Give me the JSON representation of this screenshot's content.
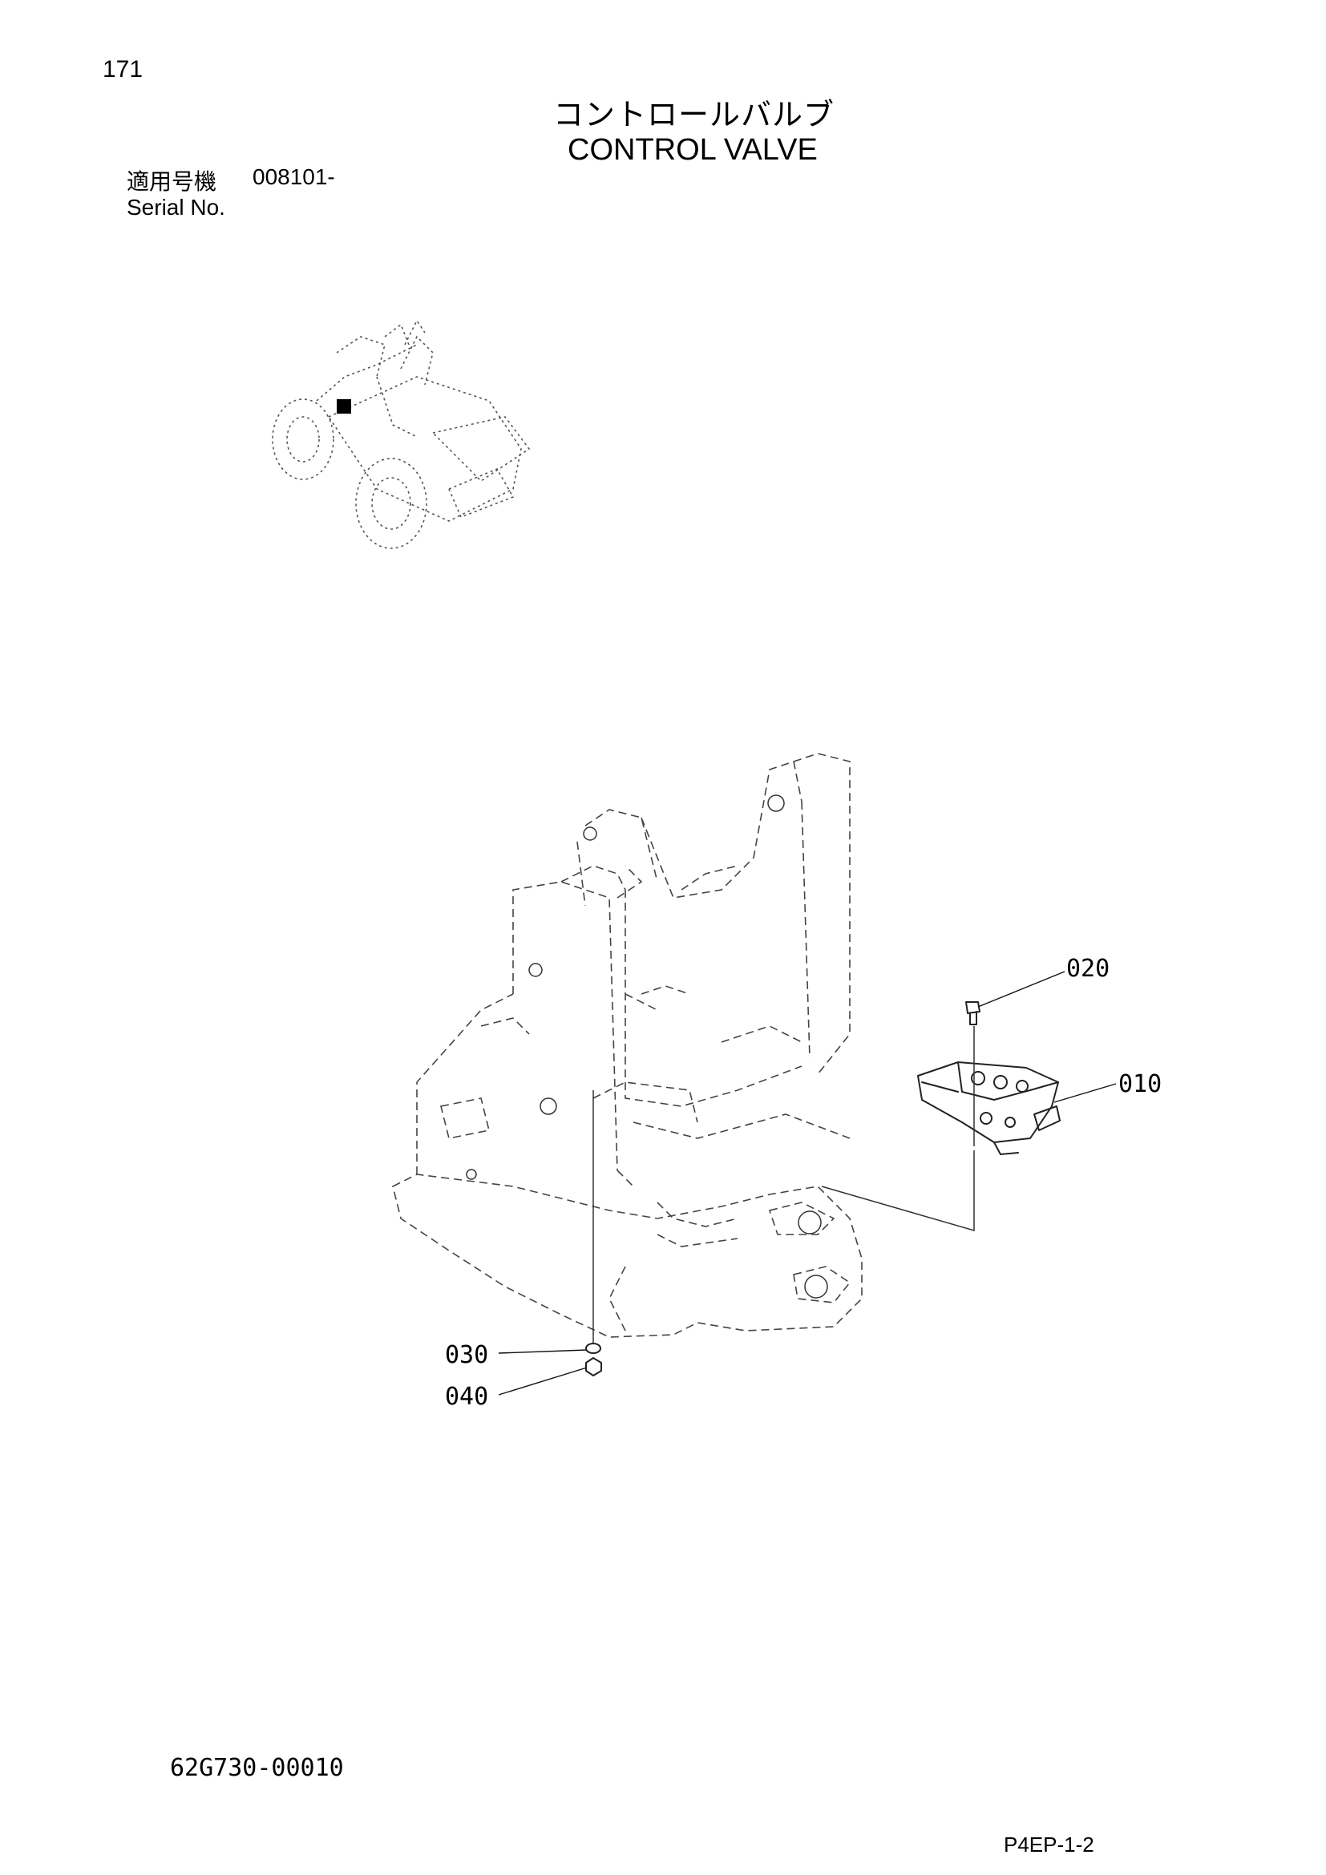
{
  "page": {
    "number": "171",
    "title_jp": "コントロールバルブ",
    "title_en": "CONTROL VALVE",
    "serial_label_jp": "適用号機",
    "serial_value": "008101-",
    "serial_label_en": "Serial No.",
    "drawing_number": "62G730-00010",
    "page_code": "P4EP-1-2"
  },
  "callouts": [
    {
      "label": "010"
    },
    {
      "label": "020"
    },
    {
      "label": "030"
    },
    {
      "label": "040"
    }
  ]
}
